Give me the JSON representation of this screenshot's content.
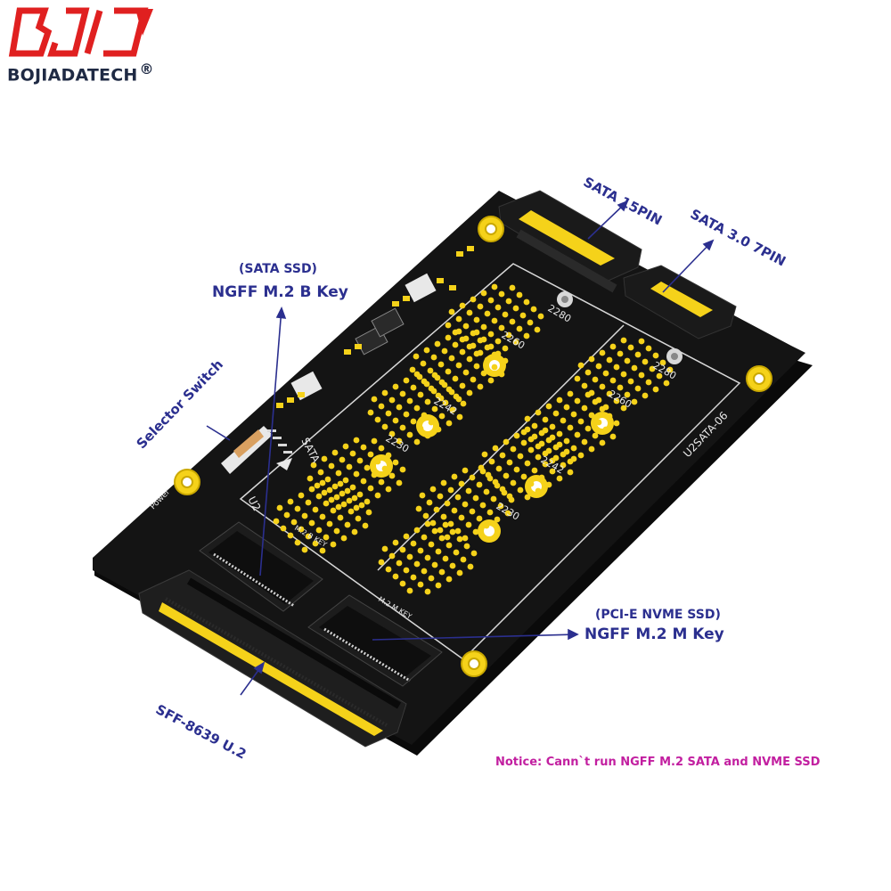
{
  "brand": {
    "name": "BOJIADATECH",
    "registered": "®",
    "colors": {
      "red": "#e02020",
      "navy": "#1f2a44"
    }
  },
  "callouts": {
    "sata_15pin": "SATA 15PIN",
    "sata_7pin": "SATA 3.0 7PIN",
    "b_key_sub": "(SATA SSD)",
    "b_key": "NGFF M.2 B Key",
    "selector": "Selector Switch",
    "m_key_sub": "(PCI-E NVME SSD)",
    "m_key": "NGFF M.2 M Key",
    "u2": "SFF-8639 U.2",
    "notice": "Notice: Cann`t run NGFF M.2 SATA and NVME SSD"
  },
  "board": {
    "model": "U2SATA-06",
    "sata_marking": "SATA",
    "u2_marking": "U2",
    "power_marking": "Power",
    "slot_b_label": "M.2 B KEY",
    "slot_m_label": "M.2 M KEY",
    "lengths_left": [
      "2280",
      "2260",
      "2242",
      "2230"
    ],
    "lengths_right": [
      "2280",
      "2260",
      "2242",
      "2230"
    ],
    "colors": {
      "pcb": "#111111",
      "gold": "#f5d21a",
      "silk": "#e8e8e8"
    }
  }
}
